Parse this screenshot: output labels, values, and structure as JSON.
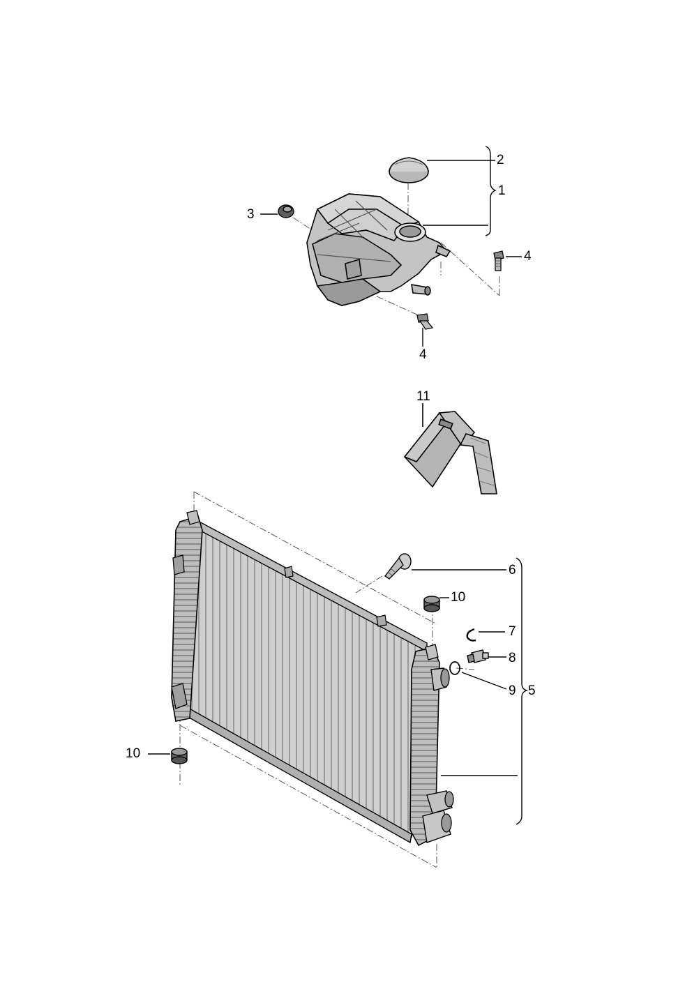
{
  "diagram": {
    "callouts": {
      "c1": "1",
      "c2": "2",
      "c3": "3",
      "c4a": "4",
      "c4b": "4",
      "c5": "5",
      "c6": "6",
      "c7": "7",
      "c8": "8",
      "c9": "9",
      "c10a": "10",
      "c10b": "10",
      "c11": "11"
    },
    "colors": {
      "part_fill": "#c8c8c8",
      "part_shade": "#a8a8a8",
      "part_dark": "#7a7a7a",
      "outline": "#000000",
      "background": "#ffffff"
    }
  }
}
